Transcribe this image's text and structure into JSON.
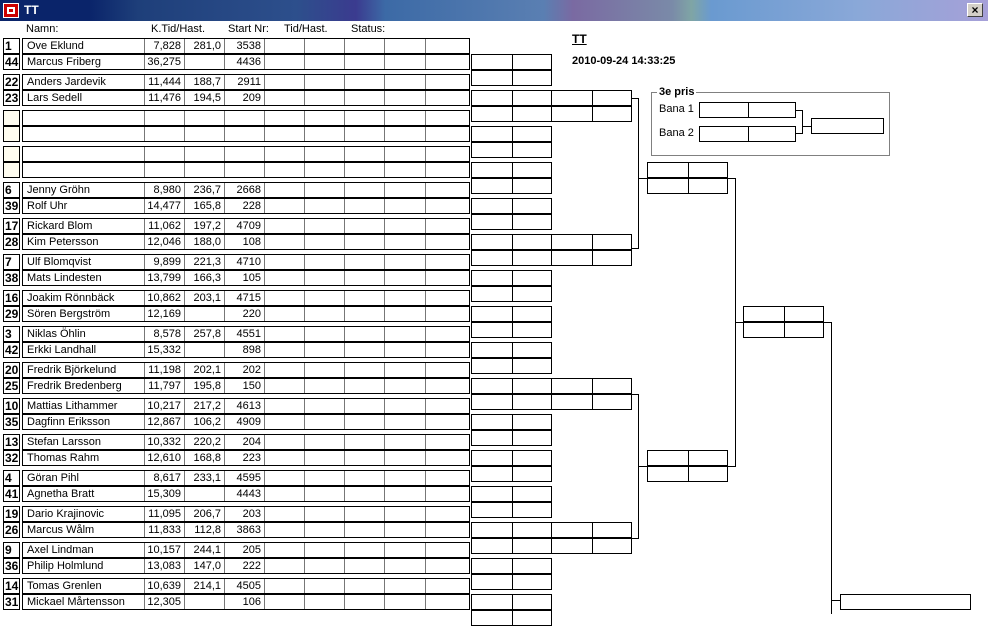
{
  "window": {
    "title": "TT",
    "close_label": "×"
  },
  "headers": {
    "name": "Namn:",
    "ktid": "K.Tid/Hast.",
    "start": "Start Nr:",
    "tid": "Tid/Hast.",
    "status": "Status:"
  },
  "event": {
    "title": "TT",
    "datetime": "2010-09-24 14:33:25"
  },
  "third_place": {
    "title": "3e pris",
    "lane1": "Bana 1",
    "lane2": "Bana 2"
  },
  "pairs": [
    [
      {
        "seed": "1",
        "name": "Ove Eklund",
        "ktid": "7,828",
        "speed": "281,0",
        "start": "3538"
      },
      {
        "seed": "44",
        "name": "Marcus Friberg",
        "ktid": "36,275",
        "speed": "",
        "start": "4436"
      }
    ],
    [
      {
        "seed": "22",
        "name": "Anders Jardevik",
        "ktid": "11,444",
        "speed": "188,7",
        "start": "2911"
      },
      {
        "seed": "23",
        "name": "Lars Sedell",
        "ktid": "11,476",
        "speed": "194,5",
        "start": "209"
      }
    ],
    [
      {
        "seed": "",
        "name": "",
        "ktid": "",
        "speed": "",
        "start": ""
      },
      {
        "seed": "",
        "name": "",
        "ktid": "",
        "speed": "",
        "start": ""
      }
    ],
    [
      {
        "seed": "",
        "name": "",
        "ktid": "",
        "speed": "",
        "start": ""
      },
      {
        "seed": "",
        "name": "",
        "ktid": "",
        "speed": "",
        "start": ""
      }
    ],
    [
      {
        "seed": "6",
        "name": "Jenny Gröhn",
        "ktid": "8,980",
        "speed": "236,7",
        "start": "2668"
      },
      {
        "seed": "39",
        "name": "Rolf Uhr",
        "ktid": "14,477",
        "speed": "165,8",
        "start": "228"
      }
    ],
    [
      {
        "seed": "17",
        "name": "Rickard Blom",
        "ktid": "11,062",
        "speed": "197,2",
        "start": "4709"
      },
      {
        "seed": "28",
        "name": "Kim Petersson",
        "ktid": "12,046",
        "speed": "188,0",
        "start": "108"
      }
    ],
    [
      {
        "seed": "7",
        "name": "Ulf Blomqvist",
        "ktid": "9,899",
        "speed": "221,3",
        "start": "4710"
      },
      {
        "seed": "38",
        "name": "Mats Lindesten",
        "ktid": "13,799",
        "speed": "166,3",
        "start": "105"
      }
    ],
    [
      {
        "seed": "16",
        "name": "Joakim Rönnbäck",
        "ktid": "10,862",
        "speed": "203,1",
        "start": "4715"
      },
      {
        "seed": "29",
        "name": "Sören Bergström",
        "ktid": "12,169",
        "speed": "",
        "start": "220"
      }
    ],
    [
      {
        "seed": "3",
        "name": "Niklas Öhlin",
        "ktid": "8,578",
        "speed": "257,8",
        "start": "4551"
      },
      {
        "seed": "42",
        "name": "Erkki Landhall",
        "ktid": "15,332",
        "speed": "",
        "start": "898"
      }
    ],
    [
      {
        "seed": "20",
        "name": "Fredrik Björkelund",
        "ktid": "11,198",
        "speed": "202,1",
        "start": "202"
      },
      {
        "seed": "25",
        "name": "Fredrik Bredenberg",
        "ktid": "11,797",
        "speed": "195,8",
        "start": "150"
      }
    ],
    [
      {
        "seed": "10",
        "name": "Mattias Lithammer",
        "ktid": "10,217",
        "speed": "217,2",
        "start": "4613"
      },
      {
        "seed": "35",
        "name": "Dagfinn Eriksson",
        "ktid": "12,867",
        "speed": "106,2",
        "start": "4909"
      }
    ],
    [
      {
        "seed": "13",
        "name": "Stefan Larsson",
        "ktid": "10,332",
        "speed": "220,2",
        "start": "204"
      },
      {
        "seed": "32",
        "name": "Thomas Rahm",
        "ktid": "12,610",
        "speed": "168,8",
        "start": "223"
      }
    ],
    [
      {
        "seed": "4",
        "name": "Göran Pihl",
        "ktid": "8,617",
        "speed": "233,1",
        "start": "4595"
      },
      {
        "seed": "41",
        "name": "Agnetha Bratt",
        "ktid": "15,309",
        "speed": "",
        "start": "4443"
      }
    ],
    [
      {
        "seed": "19",
        "name": "Dario Krajinovic",
        "ktid": "11,095",
        "speed": "206,7",
        "start": "203"
      },
      {
        "seed": "26",
        "name": "Marcus Wålm",
        "ktid": "11,833",
        "speed": "112,8",
        "start": "3863"
      }
    ],
    [
      {
        "seed": "9",
        "name": "Axel Lindman",
        "ktid": "10,157",
        "speed": "244,1",
        "start": "205"
      },
      {
        "seed": "36",
        "name": "Philip Holmlund",
        "ktid": "13,083",
        "speed": "147,0",
        "start": "222"
      }
    ],
    [
      {
        "seed": "14",
        "name": "Tomas Grenlen",
        "ktid": "10,639",
        "speed": "214,1",
        "start": "4505"
      },
      {
        "seed": "31",
        "name": "Mickael Mårtensson",
        "ktid": "12,305",
        "speed": "",
        "start": "106"
      }
    ]
  ]
}
